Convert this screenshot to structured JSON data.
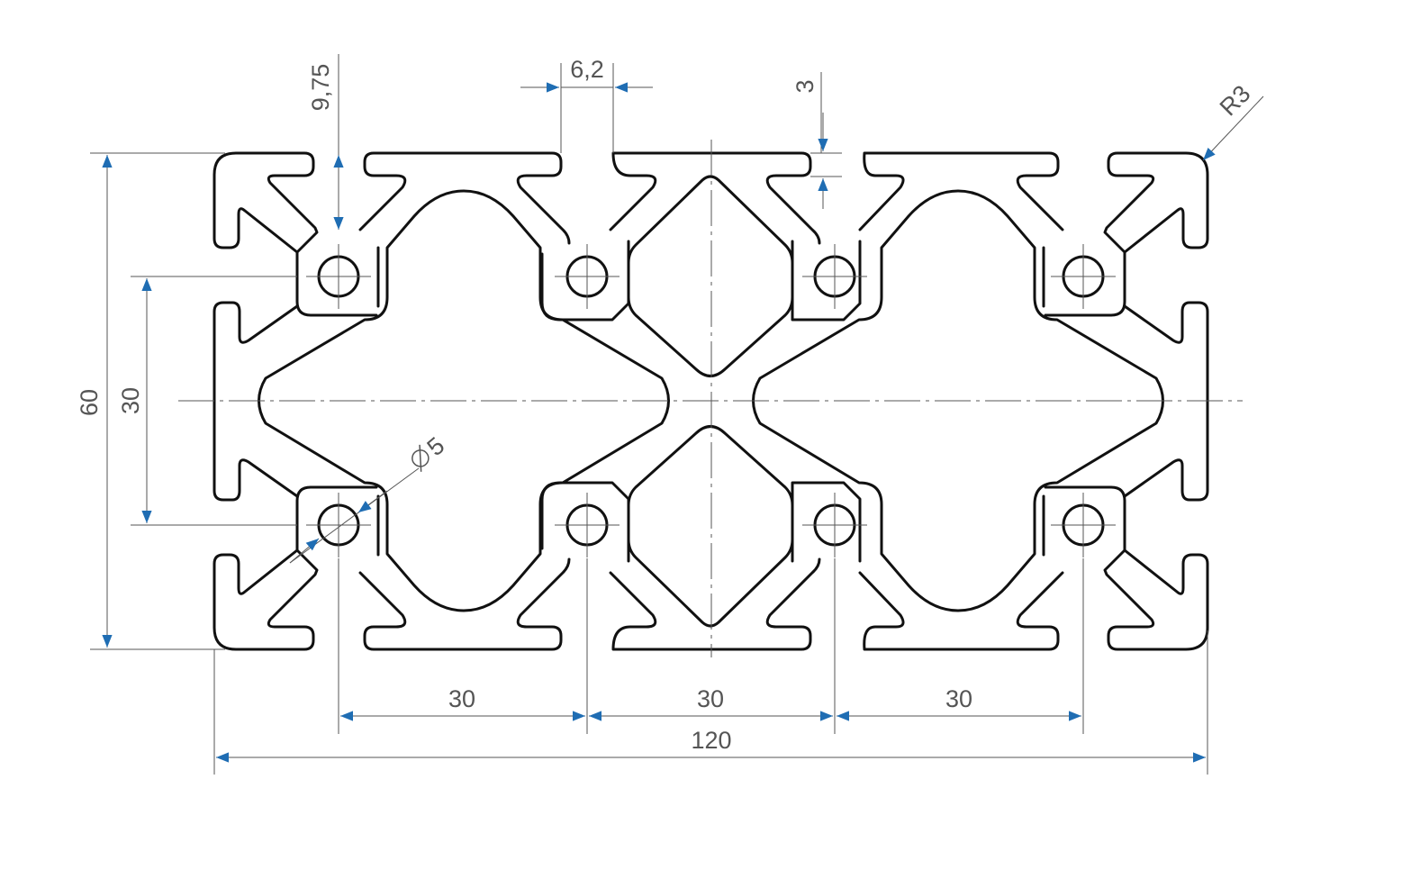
{
  "drawing": {
    "colors": {
      "outline": "#111111",
      "dimension_line": "#555555",
      "arrow": "#1f6db3",
      "background": "#ffffff"
    },
    "dimensions": {
      "width_total": "120",
      "height_total": "60",
      "hole_pitch_vertical": "30",
      "hole_pitch_horizontal": [
        "30",
        "30",
        "30"
      ],
      "slot_width": "6,2",
      "wall_thickness": "3",
      "slot_depth": "9,75",
      "corner_radius": "R3",
      "hole_diameter": "5"
    }
  }
}
